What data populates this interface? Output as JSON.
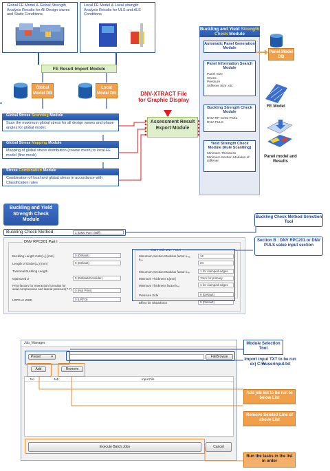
{
  "top": {
    "global_fe_title": "Global FE Model & Global Strength Analysis Results for All Design waves and Static Conditions",
    "local_fe_title": "Local FE Model & Local strength Analysis Results for ULS and ALS Conditions",
    "fe_import": "FE Result Import Module",
    "global_db": "Global Model DB",
    "local_db": "Local Model DB",
    "scanning_title_pre": "Global Stress ",
    "scanning_title_hl": "Scanning",
    "scanning_title_post": " Module",
    "scanning_desc": "Scan the maximum global stress for all design waves and phase angles for global model.",
    "mapping_title_pre": "Global Stress ",
    "mapping_title_hl": "Mapping",
    "mapping_title_post": " Module",
    "mapping_desc": "Mapping of global stress distribution (coarse mesh) to local FE model (fine mesh)",
    "combination_title_pre": "Stress ",
    "combination_title_hl": "Combination",
    "combination_title_post": " Module",
    "combination_desc": "Combination of local and global stress in accordance with Classification rules",
    "dnv_xtract": "DNV-XTRACT File for Graphic Display",
    "assessment": "Assessment Result Export Module",
    "bys_title_pre": "Buckling and Yield ",
    "bys_title_hl": "Strength Check",
    "bys_title_post": " Module",
    "auto_panel": "Automatic Panel Generation Module",
    "panel_db": "Panel Model DB",
    "panel_info": "Panel Information Search Module",
    "panel_info_items": [
      "Panel Size",
      "Stress",
      "Pressure",
      "Stiffener Size, etc"
    ],
    "fe_model": "FE Model",
    "buckling_check": "Buckling Strength Check Module",
    "buckling_items": [
      "DNV-RP-C201-Part1",
      "DNV-PULS"
    ],
    "yield_check": "Yield Strength Check Module (Rule Scantling)",
    "yield_items": [
      "Minimum Thickness",
      "Minimum Section Modulus of stiffener"
    ],
    "panel_results": "Panel model and Results"
  },
  "middle": {
    "module_title": "Buckling and Yield Strength Check Module",
    "method_label": "Buckling Check Method",
    "method_value": "1 (DNV Part I Stiff)",
    "tool_callout": "Buckling Check Method Selection Tool",
    "section_callout": "Section B : DNV RPC201 or DNV PULS value input section",
    "group_title": "DNV RPC201 Part I",
    "puls_title": "share with DNV PULS",
    "left_fields": [
      {
        "label": "Buckling Length Calc(Lᵤ) [mm]",
        "value": "0 (Default)"
      },
      {
        "label": "Length of Girder(Lᵤ) [mm]",
        "value": "0 (Default)"
      },
      {
        "label": "Torsional Buckling Length",
        "value": ""
      },
      {
        "label": "Optimized Z⁻",
        "value": "0 (Default/Consider)"
      },
      {
        "label": "Print factors for Interaction formulas for axial compression and lateral pressure(7.7)",
        "value": "0 (Not Print)"
      },
      {
        "label": "LRFD or WSD",
        "value": "0 (LRFD)"
      }
    ],
    "right_fields": [
      {
        "label": "Minumum Section Modulus factor kₛₐ, kₛₑ",
        "value": "12"
      },
      {
        "label": "",
        "value": "24"
      },
      {
        "label": "Minumum Section Modulus factor kₛₑ",
        "value": "1 for clamped edges"
      },
      {
        "label": "Minimum Thickness tᵥ[mm]",
        "value": "7mm for primary"
      },
      {
        "label": "Minimum Thickness factor kₛₑ",
        "value": "1 for clamped edges"
      },
      {
        "label": "Pressure Side",
        "value": "0 (Default)"
      },
      {
        "label": "Effect for Shearforce",
        "value": "0 (Default)"
      }
    ]
  },
  "bottom": {
    "window_title": "Job_Manager",
    "preset_label": "Presel",
    "filebrowse_label": "FileBrowse",
    "add_label": "Add",
    "remove_label": "Remove",
    "col_no": "No",
    "col_job": "Job",
    "col_input": "Input File",
    "execute_label": "Execute Batch Jobs",
    "cancel_label": "Cancel",
    "module_selection_callout": "Module Selection Tool",
    "import_callout": "Import input TXT to be run ex) C:₩userinput.txt",
    "add_callout": "Add job list to be run to below List",
    "remove_callout": "Remove Seleted Line of above List",
    "run_callout": "Run the tasks in the list in order"
  }
}
